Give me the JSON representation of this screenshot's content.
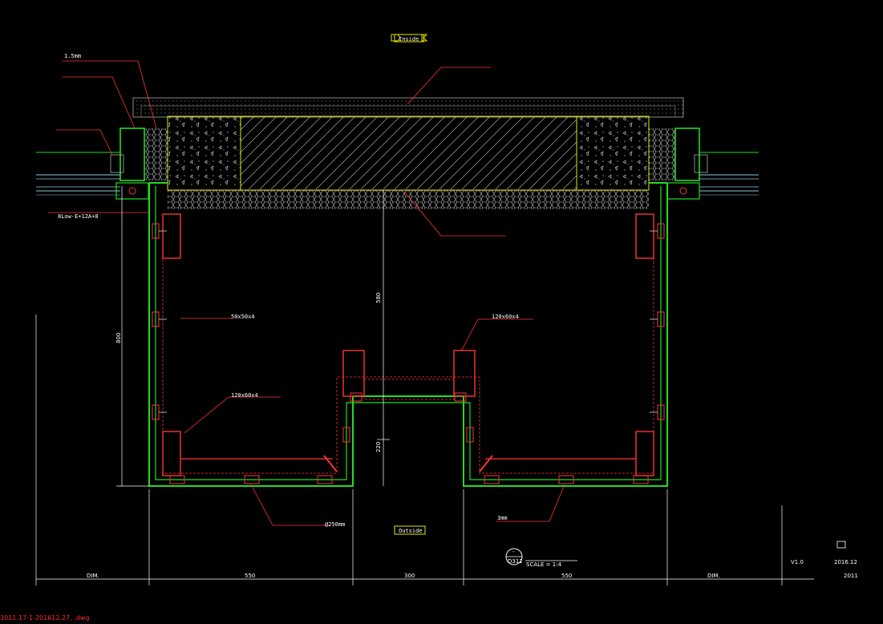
{
  "labels": {
    "inside": "Inside",
    "outside": "Outside",
    "note_top_left": "1.5mm",
    "note_glass": "8Low-E+12A+8",
    "note_tube_50": "50x50x4",
    "note_tube_120_right": "120x60x4",
    "note_tube_120_left": "120x60x4",
    "note_3mm": "3mm",
    "note_bolt": "@250mm"
  },
  "dimensions": {
    "d580": "580",
    "d800": "800",
    "d220": "220",
    "bottom": [
      "DIM.",
      "550",
      "300",
      "550",
      "DIM."
    ]
  },
  "detail": {
    "number": "-",
    "sheet": "D311",
    "scale": "SCALE = 1:4"
  },
  "title_block": {
    "version": "V1.0",
    "date": "2016.12",
    "code": "2011"
  },
  "status_bar": "3011.17-1-201612.27, .dwg"
}
